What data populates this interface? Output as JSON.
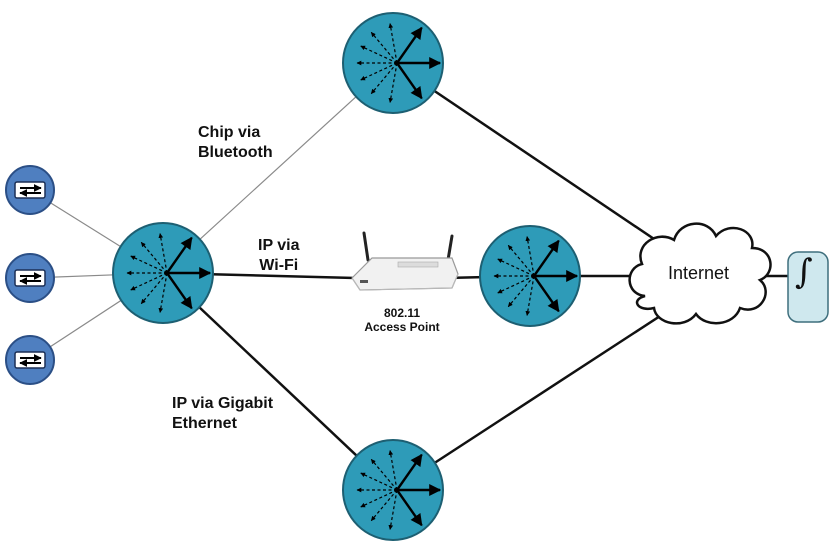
{
  "labels": {
    "bluetooth_line1": "Chip via",
    "bluetooth_line2": "Bluetooth",
    "wifi_line1": "IP via",
    "wifi_line2": "Wi-Fi",
    "gigabit_line1": "IP via Gigabit",
    "gigabit_line2": "Ethernet",
    "ap_line1": "802.11",
    "ap_line2": "Access Point",
    "internet": "Internet",
    "integral_symbol": "∫"
  },
  "colors": {
    "router_fill": "#2e9bb8",
    "device_fill": "#4f7fc0",
    "cloud_fill": "#ffffff",
    "endpoint_fill": "#cfe8ee",
    "thin_link": "#888888",
    "thick_link": "#111111"
  },
  "icons": {
    "router": "router-icon",
    "device": "bidirectional-arrow-icon",
    "access_point": "wireless-access-point-icon",
    "cloud": "cloud-icon",
    "endpoint": "integral-icon"
  }
}
